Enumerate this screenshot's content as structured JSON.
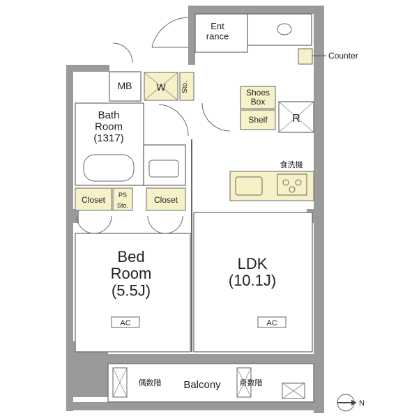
{
  "rooms": {
    "entrance": "Ent\nrance",
    "mb": "MB",
    "w": "W",
    "sto_small": "Sto.",
    "shoes_box": "Shoes\nBox",
    "shelf": "Shelf",
    "r": "R",
    "bath": "Bath\nRoom\n(1317)",
    "closet_left": "Closet",
    "ps": "PS",
    "sto_mid": "Sto.",
    "closet_right": "Closet",
    "dishwasher": "食洗機",
    "bedroom": "Bed\nRoom\n(5.5J)",
    "ldk": "LDK\n(10.1J)",
    "ac_left": "AC",
    "ac_right": "AC",
    "balcony": "Balcony",
    "even_floor": "偶数階",
    "odd_floor": "奇数階",
    "counter": "Counter",
    "north": "N"
  }
}
